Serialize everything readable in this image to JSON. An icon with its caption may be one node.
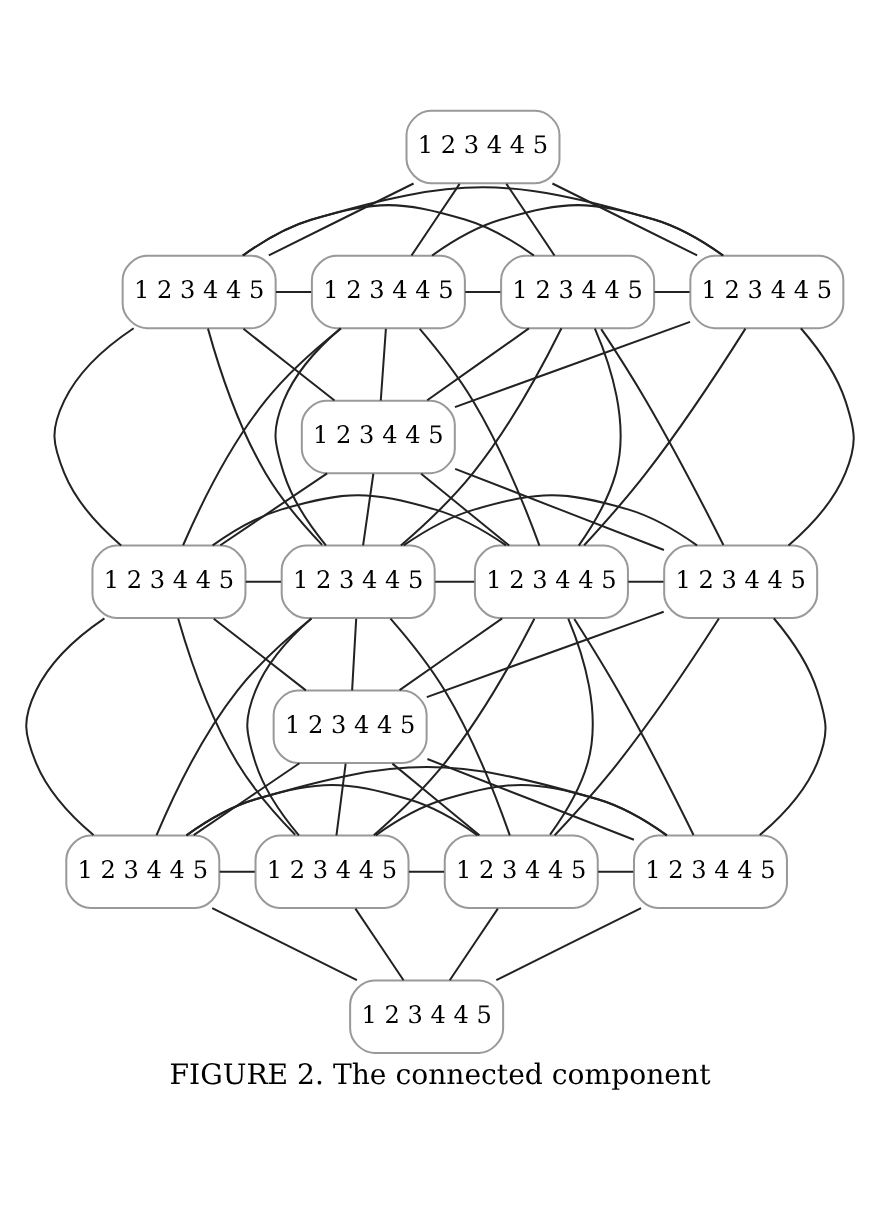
{
  "diagram": {
    "caption": "FIGURE 2. The connected component",
    "nodes": [
      {
        "text": [
          "1 2 3 4 4 5"
        ]
      },
      {
        "text": [
          "1 2 3 4 4 5"
        ]
      },
      {
        "text": [
          "1 2 3 4 4 5"
        ]
      },
      {
        "text": [
          "1 2 3 4 4 5"
        ]
      },
      {
        "text": [
          "1 2 3 4 4 5"
        ]
      },
      {
        "text": [
          "1 2 3 4 4 5"
        ]
      },
      {
        "text": [
          "1 2 3 4 4 5"
        ]
      },
      {
        "text": [
          "1 2 3 4 4 5"
        ]
      },
      {
        "text": [
          "1 2 3 4 4 5"
        ]
      },
      {
        "text": [
          "1 2 3 4 4 5"
        ]
      },
      {
        "text": [
          "1 2 3 4 4 5"
        ]
      },
      {
        "text": [
          "1 2 3 4 4 5"
        ]
      },
      {
        "text": [
          "1 2 3 4 4 5"
        ]
      },
      {
        "text": [
          "1 2 3 4 4 5"
        ]
      },
      {
        "text": [
          "1 2 3 4 4 5"
        ]
      },
      {
        "text": [
          "1 2 3 4 4 5"
        ]
      }
    ],
    "edges": [
      {
        "from": 0,
        "to": 1,
        "arrow": "none"
      },
      {
        "from": 0,
        "to": 2,
        "arrow": "none"
      },
      {
        "from": 0,
        "to": 3,
        "arrow": "none"
      },
      {
        "from": 0,
        "to": 4,
        "arrow": "none"
      },
      {
        "from": 1,
        "to": 2,
        "arrow": "none"
      },
      {
        "from": 2,
        "to": 3,
        "arrow": "none"
      },
      {
        "from": 3,
        "to": 4,
        "arrow": "none"
      },
      {
        "from": 1,
        "to": 4,
        "arrow": "none"
      },
      {
        "from": 1,
        "to": 3,
        "arrow": "none"
      },
      {
        "from": 2,
        "to": 4,
        "arrow": "none"
      },
      {
        "from": 1,
        "to": 6,
        "arrow": "none"
      },
      {
        "from": 1,
        "to": 7,
        "arrow": "none"
      },
      {
        "from": 1,
        "to": 5,
        "arrow": "none"
      },
      {
        "from": 2,
        "to": 6,
        "arrow": "none"
      },
      {
        "from": 2,
        "to": 7,
        "arrow": "none"
      },
      {
        "from": 2,
        "to": 5,
        "arrow": "none"
      },
      {
        "from": 2,
        "to": 8,
        "arrow": "none"
      },
      {
        "from": 3,
        "to": 7,
        "arrow": "none"
      },
      {
        "from": 3,
        "to": 5,
        "arrow": "none"
      },
      {
        "from": 3,
        "to": 8,
        "arrow": "none"
      },
      {
        "from": 3,
        "to": 9,
        "arrow": "none"
      },
      {
        "from": 4,
        "to": 5,
        "arrow": "none"
      },
      {
        "from": 4,
        "to": 8,
        "arrow": "none"
      },
      {
        "from": 4,
        "to": 9,
        "arrow": "none"
      },
      {
        "from": 5,
        "to": 6,
        "arrow": "none"
      },
      {
        "from": 5,
        "to": 7,
        "arrow": "none"
      },
      {
        "from": 5,
        "to": 8,
        "arrow": "none"
      },
      {
        "from": 5,
        "to": 9,
        "arrow": "none"
      },
      {
        "from": 6,
        "to": 7,
        "arrow": "none"
      },
      {
        "from": 7,
        "to": 8,
        "arrow": "none"
      },
      {
        "from": 8,
        "to": 9,
        "arrow": "none"
      },
      {
        "from": 6,
        "to": 8,
        "arrow": "none"
      },
      {
        "from": 7,
        "to": 9,
        "arrow": "none"
      },
      {
        "from": 6,
        "to": 10,
        "arrow": "none"
      },
      {
        "from": 7,
        "to": 10,
        "arrow": "none"
      },
      {
        "from": 8,
        "to": 10,
        "arrow": "none"
      },
      {
        "from": 9,
        "to": 10,
        "arrow": "none"
      },
      {
        "from": 6,
        "to": 11,
        "arrow": "none"
      },
      {
        "from": 6,
        "to": 12,
        "arrow": "none"
      },
      {
        "from": 7,
        "to": 11,
        "arrow": "none"
      },
      {
        "from": 7,
        "to": 12,
        "arrow": "none"
      },
      {
        "from": 7,
        "to": 13,
        "arrow": "none"
      },
      {
        "from": 8,
        "to": 12,
        "arrow": "none"
      },
      {
        "from": 8,
        "to": 13,
        "arrow": "none"
      },
      {
        "from": 8,
        "to": 14,
        "arrow": "none"
      },
      {
        "from": 9,
        "to": 13,
        "arrow": "none"
      },
      {
        "from": 9,
        "to": 14,
        "arrow": "none"
      },
      {
        "from": 10,
        "to": 11,
        "arrow": "none"
      },
      {
        "from": 10,
        "to": 12,
        "arrow": "none"
      },
      {
        "from": 10,
        "to": 13,
        "arrow": "none"
      },
      {
        "from": 10,
        "to": 14,
        "arrow": "none"
      },
      {
        "from": 11,
        "to": 12,
        "arrow": "none"
      },
      {
        "from": 12,
        "to": 13,
        "arrow": "none"
      },
      {
        "from": 13,
        "to": 14,
        "arrow": "none"
      },
      {
        "from": 11,
        "to": 13,
        "arrow": "none"
      },
      {
        "from": 12,
        "to": 14,
        "arrow": "none"
      },
      {
        "from": 11,
        "to": 14,
        "arrow": "none"
      },
      {
        "from": 11,
        "to": 15,
        "arrow": "none"
      },
      {
        "from": 12,
        "to": 15,
        "arrow": "none"
      },
      {
        "from": 13,
        "to": 15,
        "arrow": "none"
      },
      {
        "from": 14,
        "to": 15,
        "arrow": "none"
      }
    ]
  }
}
